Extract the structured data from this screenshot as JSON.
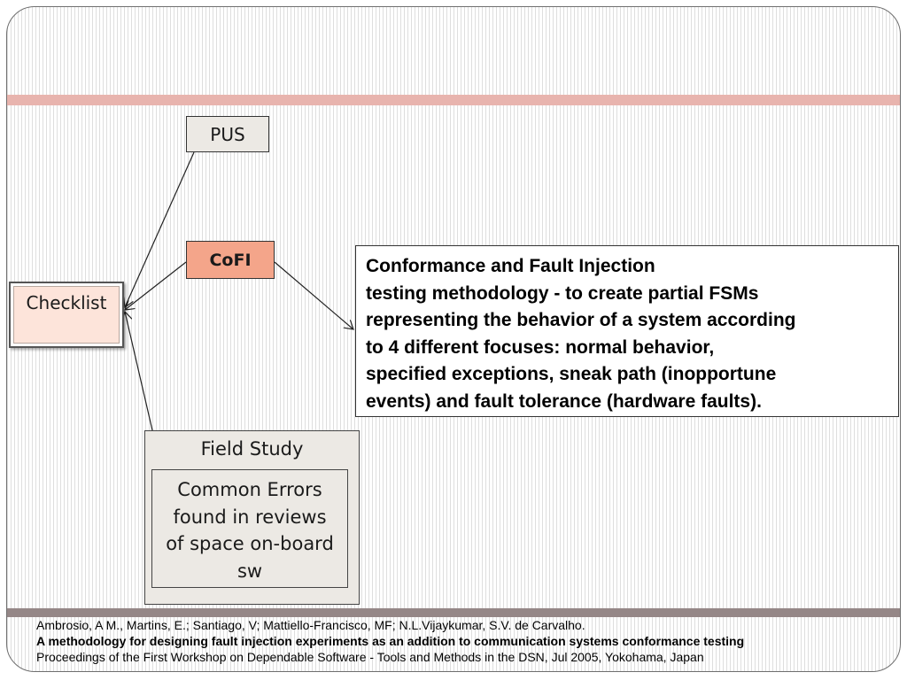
{
  "diagram": {
    "pus_label": "PUS",
    "cofi_label": "CoFI",
    "checklist_label": "Checklist",
    "description": {
      "lines": [
        "Conformance and Fault  Injection",
        "testing methodology  -  to create partial FSMs",
        "representing the behavior of a system according",
        "to 4 different  focuses: normal behavior,",
        "specified exceptions, sneak path (inopportune",
        "events) and fault tolerance (hardware faults)."
      ]
    },
    "field_study": {
      "title": "Field Study",
      "inner_lines": [
        "Common Errors",
        "found in reviews",
        "of space on-board",
        "sw"
      ]
    }
  },
  "citation": {
    "authors": "Ambrosio, A M., Martins, E.; Santiago, V; Mattiello-Francisco, MF; N.L.Vijaykumar, S.V. de Carvalho.",
    "title": "A methodology for designing fault injection experiments as an addition to communication systems conformance testing",
    "venue": "Proceedings of the First Workshop on Dependable Software - Tools and Methods in the DSN, Jul 2005, Yokohama, Japan"
  },
  "colors": {
    "top_band": "#e8b4ae",
    "bottom_band": "#958787",
    "cofi_fill": "#f4a58a",
    "checklist_fill": "#fde4da",
    "box_fill": "#ece9e4"
  }
}
